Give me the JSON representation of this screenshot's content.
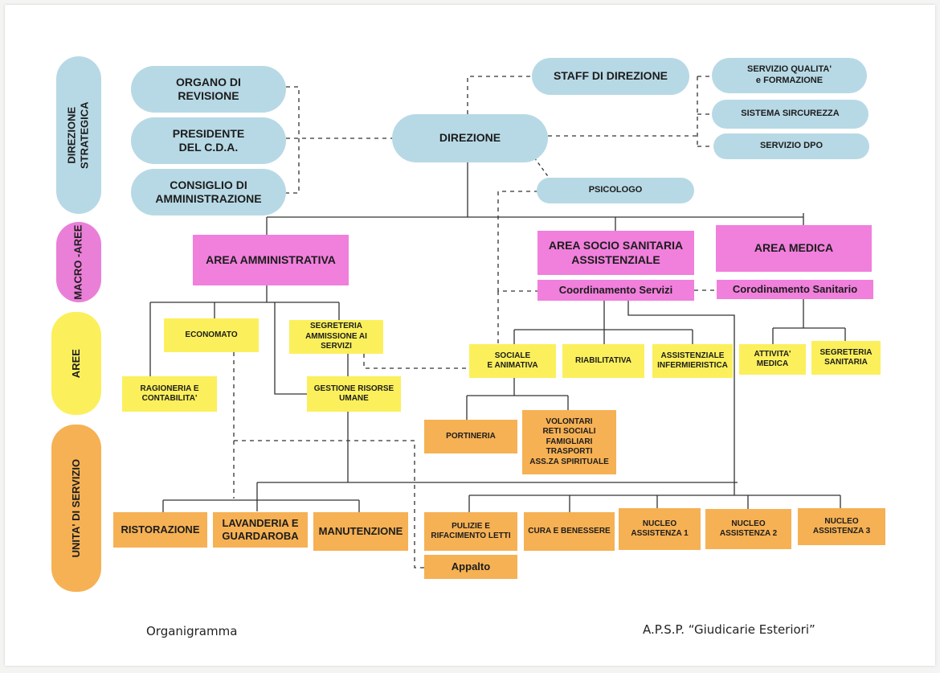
{
  "bands": {
    "direzione_strategica": "DIREZIONE\nSTRATEGICA",
    "macro_aree": "MACRO -AREE",
    "aree": "AREE",
    "unita_servizio": "UNITA' DI SERVIZIO"
  },
  "nodes": {
    "organo_revisione": "ORGANO DI\nREVISIONE",
    "presidente": "PRESIDENTE\nDEL C.D.A.",
    "consiglio": "CONSIGLIO DI\nAMMINISTRAZIONE",
    "direzione": "DIREZIONE",
    "staff": "STAFF DI DIREZIONE",
    "qualita": "SERVIZIO QUALITA'\ne FORMAZIONE",
    "sicurezza": "SISTEMA SIRCUREZZA",
    "dpo": "SERVIZIO DPO",
    "psicologo": "PSICOLOGO",
    "area_amministrativa": "AREA AMMINISTRATIVA",
    "area_socio": "AREA SOCIO SANITARIA\nASSISTENZIALE",
    "area_medica": "AREA MEDICA",
    "coord_servizi": "Coordinamento Servizi",
    "coord_sanitario": "Corodinamento Sanitario",
    "economato": "ECONOMATO",
    "segreteria_ammissione": "SEGRETERIA\nAMMISSIONE AI\nSERVIZI",
    "ragioneria": "RAGIONERIA E\nCONTABILITA'",
    "gestione_risorse": "GESTIONE RISORSE\nUMANE",
    "sociale": "SOCIALE\nE ANIMATIVA",
    "riabilitativa": "RIABILITATIVA",
    "assistenziale": "ASSISTENZIALE\nINFERMIERISTICA",
    "attivita_medica": "ATTIVITA'\nMEDICA",
    "segreteria_sanitaria": "SEGRETERIA\nSANITARIA",
    "portineria": "PORTINERIA",
    "volontari": "VOLONTARI\nRETI SOCIALI\nFAMIGLIARI\nTRASPORTI\nASS.ZA SPIRITUALE",
    "ristorazione": "RISTORAZIONE",
    "lavanderia": "LAVANDERIA E\nGUARDAROBA",
    "manutenzione": "MANUTENZIONE",
    "pulizie": "PULIZIE E\nRIFACIMENTO LETTI",
    "cura": "CURA E BENESSERE",
    "nucleo1": "NUCLEO\nASSISTENZA 1",
    "nucleo2": "NUCLEO\nASSISTENZA 2",
    "nucleo3": "NUCLEO\nASSISTENZA 3",
    "appalto": "Appalto"
  },
  "footer": {
    "left": "Organigramma",
    "right": "A.P.S.P. “Giudicarie Esteriori”"
  },
  "colors": {
    "blue": "#b7d9e5",
    "pink": "#f17fdc",
    "yellow": "#fbf05c",
    "orange": "#f6b154",
    "band_magenta": "#ea7fd8"
  }
}
